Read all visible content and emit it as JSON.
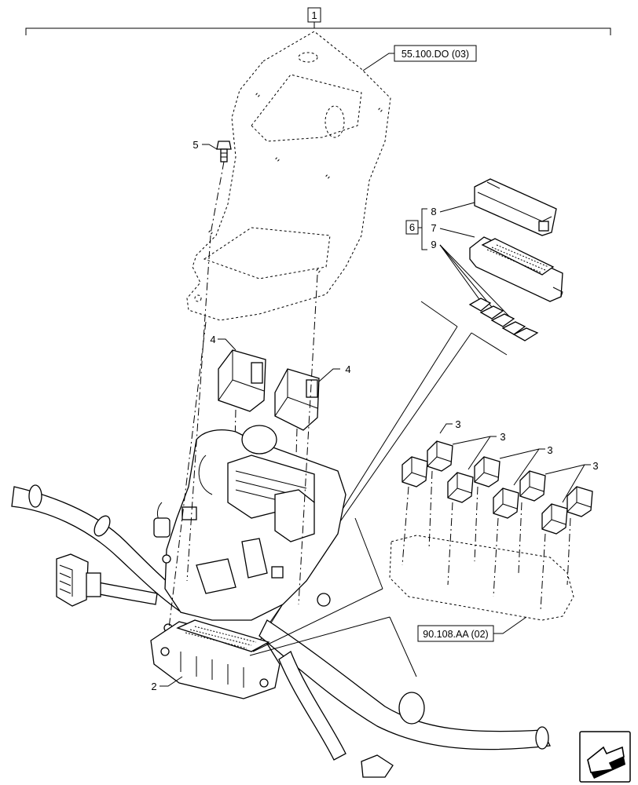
{
  "diagram": {
    "assembly_number": "1",
    "references": [
      {
        "id": "ref-bracket",
        "text": "55.100.DO (03)"
      },
      {
        "id": "ref-relays",
        "text": "90.108.AA (02)"
      }
    ],
    "callouts": {
      "c2": "2",
      "c3a": "3",
      "c3b": "3",
      "c3c": "3",
      "c3d": "3",
      "c4a": "4",
      "c4b": "4",
      "c5": "5",
      "c6": "6",
      "c7": "7",
      "c8": "8",
      "c9": "9"
    },
    "nav_icon": "next-page-arrow-icon"
  }
}
